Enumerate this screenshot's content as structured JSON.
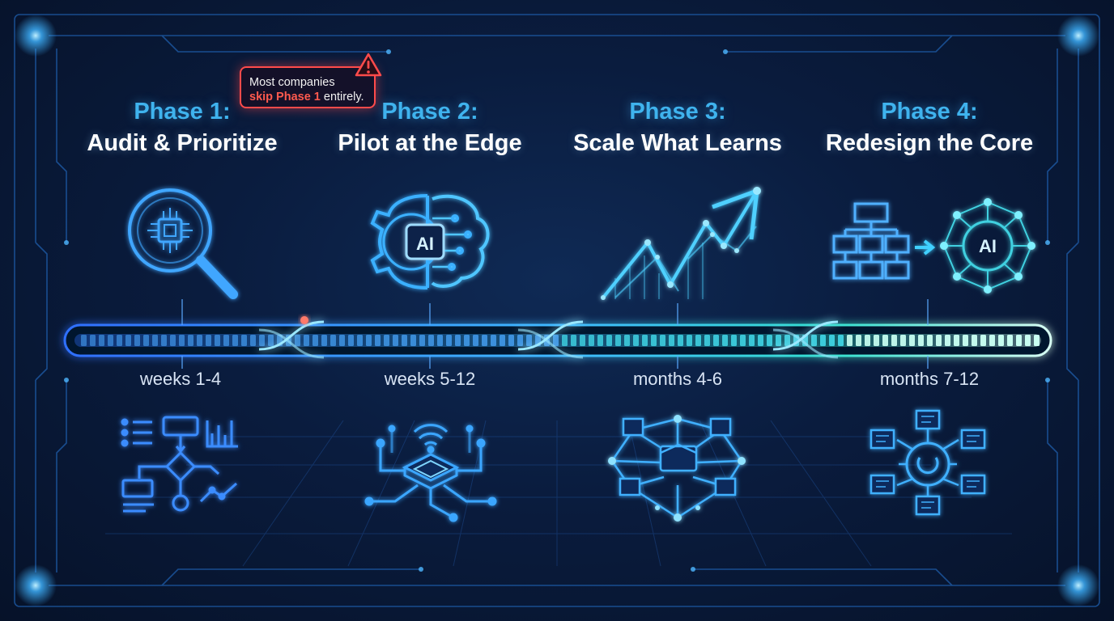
{
  "phases": [
    {
      "number": "Phase 1:",
      "name": "Audit & Prioritize",
      "period": "weeks 1-4"
    },
    {
      "number": "Phase 2:",
      "name": "Pilot at the Edge",
      "period": "weeks 5-12"
    },
    {
      "number": "Phase 3:",
      "name": "Scale What Learns",
      "period": "months 4-6"
    },
    {
      "number": "Phase 4:",
      "name": "Redesign the Core",
      "period": "months 7-12"
    }
  ],
  "callout": {
    "line1": "Most companies",
    "highlight": "skip Phase 1",
    "rest": " entirely."
  },
  "icons": {
    "phase1_top": "magnifier-chip-icon",
    "phase1_bottom": "flowchart-analytics-icon",
    "phase2_top": "gear-brain-ai-icon",
    "phase2_bottom": "edge-device-wifi-icon",
    "phase3_top": "rising-arrow-network-icon",
    "phase3_bottom": "distributed-network-icon",
    "phase4_top": "org-chart-to-ai-network-icon",
    "phase4_bottom": "hub-documents-icon",
    "warning": "warning-triangle-icon"
  },
  "chip_label": "AI",
  "colors": {
    "background": "#0a1c3e",
    "phase_number": "#3fb3ee",
    "warning": "#ff4b4b",
    "glow_blue": "#2f8bff",
    "glow_cyan": "#32e0d8"
  }
}
